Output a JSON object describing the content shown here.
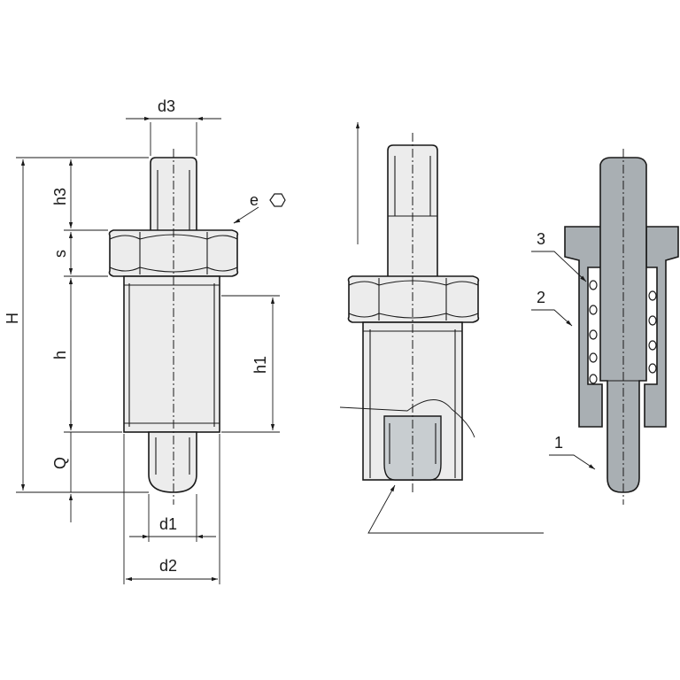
{
  "view_left": {
    "dimension_labels": {
      "d3": "d3",
      "e": "e",
      "h3": "h3",
      "s": "s",
      "H": "H",
      "h": "h",
      "h1": "h1",
      "Q": "Q",
      "d1": "d1",
      "d2": "d2"
    }
  },
  "view_right": {
    "callouts": {
      "item1": "1",
      "item2": "2",
      "item3": "3"
    }
  }
}
